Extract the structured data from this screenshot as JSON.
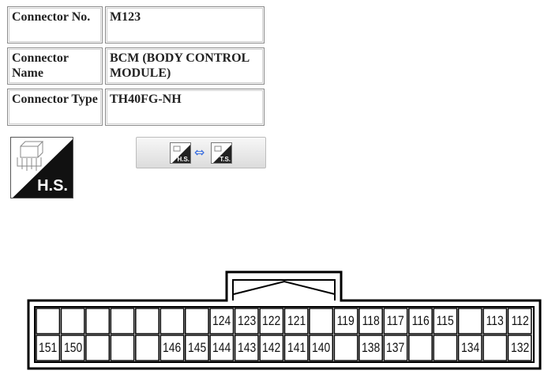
{
  "info_table": [
    {
      "label": "Connector No.",
      "value": "M123"
    },
    {
      "label": "Connector Name",
      "value": "BCM (BODY CONTROL MODULE)"
    },
    {
      "label": "Connector Type",
      "value": "TH40FG-NH"
    }
  ],
  "hs_icon_label": "H.S.",
  "toggle": {
    "left_label": "H.S.",
    "right_label": "T.S.",
    "arrow_icon": "double-arrow-icon"
  },
  "connector": {
    "top_row": [
      "",
      "",
      "",
      "",
      "",
      "",
      "",
      "124",
      "123",
      "122",
      "121",
      "",
      "119",
      "118",
      "117",
      "116",
      "115",
      "",
      "113",
      "112"
    ],
    "bottom_row": [
      "151",
      "150",
      "",
      "",
      "",
      "146",
      "145",
      "144",
      "143",
      "142",
      "141",
      "140",
      "",
      "138",
      "137",
      "",
      "",
      "134",
      "",
      "132"
    ]
  }
}
